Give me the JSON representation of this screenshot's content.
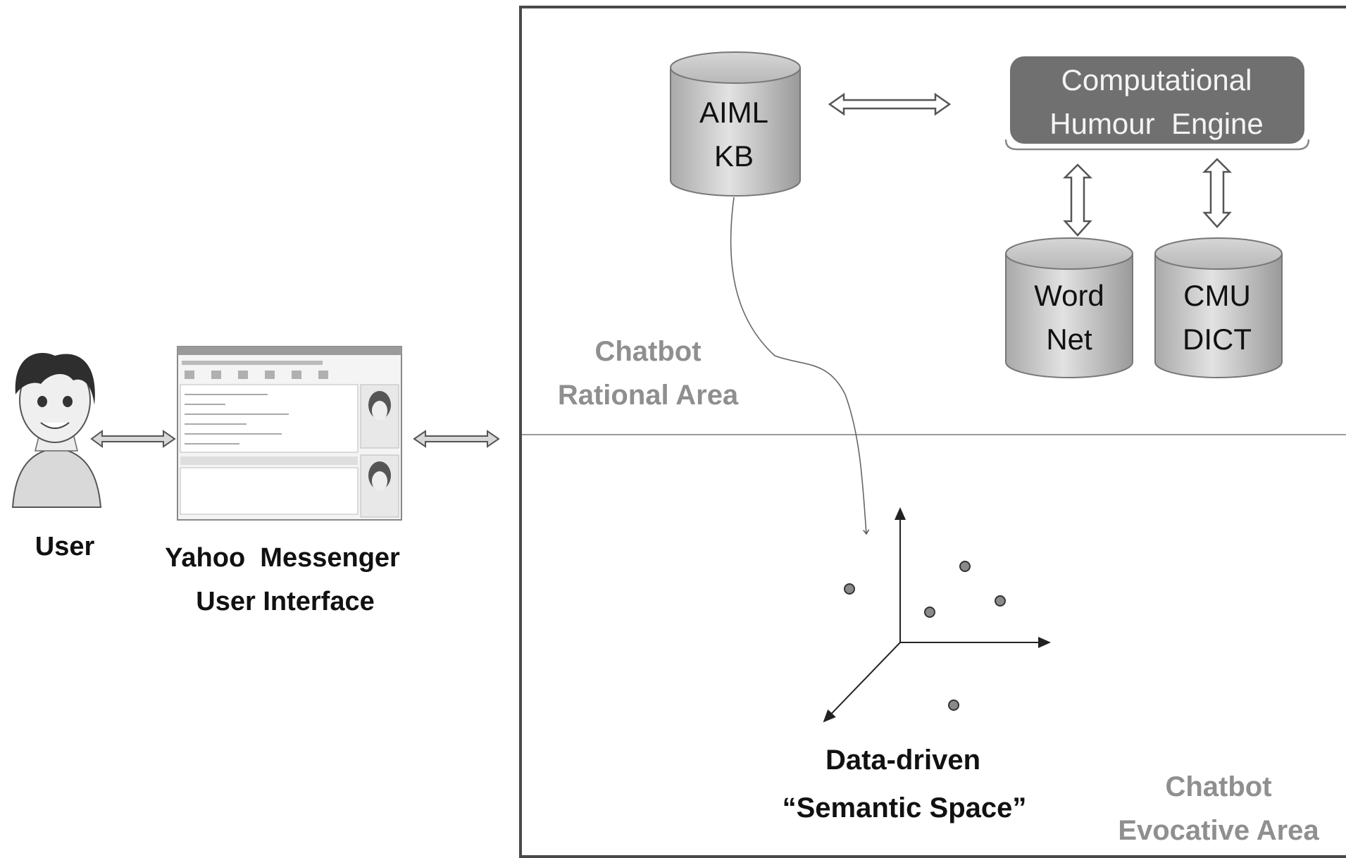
{
  "user": {
    "label": "User"
  },
  "messenger": {
    "line1": "Yahoo  Messenger",
    "line2": "User Interface"
  },
  "aiml_kb": {
    "line1": "AIML",
    "line2": "KB"
  },
  "humour_engine": {
    "line1": "Computational",
    "line2": "Humour  Engine"
  },
  "wordnet": {
    "line1": "Word",
    "line2": "Net"
  },
  "cmudict": {
    "line1": "CMU",
    "line2": "DICT"
  },
  "rational_area": {
    "line1": "Chatbot",
    "line2": "Rational Area"
  },
  "semantic_space": {
    "line1": "Data-driven",
    "line2": "“Semantic Space”"
  },
  "evocative_area": {
    "line1": "Chatbot",
    "line2": "Evocative Area"
  },
  "colors": {
    "engine_fill": "#707070",
    "cylinder_fill": "#c4c4c4",
    "area_label": "#8f8f8f",
    "frame": "#4a4a4a"
  }
}
